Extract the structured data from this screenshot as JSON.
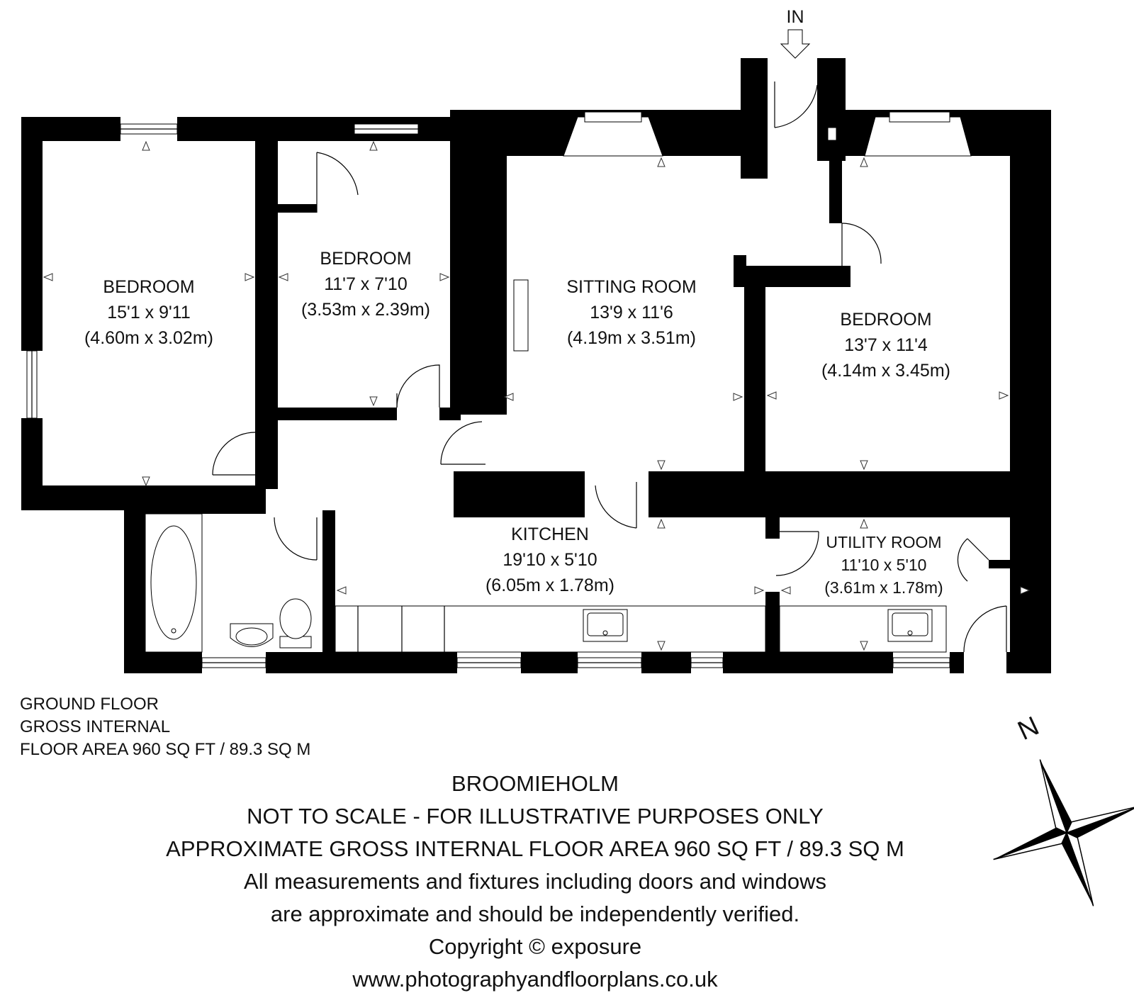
{
  "entrance_label": "IN",
  "rooms": {
    "bedroom_left": {
      "name": "BEDROOM",
      "imperial": "15'1 x 9'11",
      "metric": "(4.60m x 3.02m)"
    },
    "bedroom_middle": {
      "name": "BEDROOM",
      "imperial": "11'7 x 7'10",
      "metric": "(3.53m x 2.39m)"
    },
    "sitting_room": {
      "name": "SITTING ROOM",
      "imperial": "13'9 x 11'6",
      "metric": "(4.19m x 3.51m)"
    },
    "bedroom_right": {
      "name": "BEDROOM",
      "imperial": "13'7 x 11'4",
      "metric": "(4.14m x 3.45m)"
    },
    "kitchen": {
      "name": "KITCHEN",
      "imperial": "19'10 x 5'10",
      "metric": "(6.05m x 1.78m)"
    },
    "utility_room": {
      "name": "UTILITY ROOM",
      "imperial": "11'10 x 5'10",
      "metric": "(3.61m x 1.78m)"
    }
  },
  "floor_info": {
    "line1": "GROUND FLOOR",
    "line2": "GROSS INTERNAL",
    "line3": "FLOOR AREA 960 SQ FT / 89.3 SQ M"
  },
  "footer": {
    "property": "BROOMIEHOLM",
    "disclaimer": "NOT TO SCALE - FOR ILLUSTRATIVE PURPOSES ONLY",
    "area": "APPROXIMATE GROSS INTERNAL FLOOR AREA 960 SQ FT / 89.3 SQ M",
    "note1": "All measurements and fixtures including doors and windows",
    "note2": "are approximate and should be independently verified.",
    "copyright": "Copyright © exposure",
    "website": "www.photographyandfloorplans.co.uk"
  },
  "compass": {
    "label": "N",
    "icon": "north-arrow-icon"
  }
}
